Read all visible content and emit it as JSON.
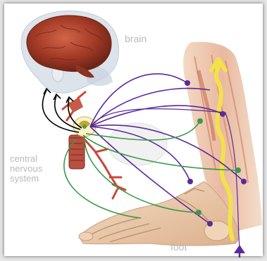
{
  "labels": {
    "brain": "brain",
    "cns": "central nervous system",
    "foot": "foot"
  },
  "colors": {
    "background": "#e6e6e6",
    "card": "#ffffff",
    "label_gray": "#b9b9b9",
    "motor_purple": "#5a2a9a",
    "sensory_green": "#3a9a4a",
    "signal_black": "#000000",
    "sensation_yellow": "#f3e14a",
    "brain_red": "#a33a26"
  },
  "icons": {
    "brain": "brain-illustration",
    "skull": "skull-illustration",
    "spinal_cord": "spinal-cord-cross-section",
    "leg": "leg-anatomy-illustration",
    "foot": "foot-skeleton-illustration",
    "arrow_up": "sensation-arrow-up",
    "arrow_in": "stimulus-arrow"
  }
}
